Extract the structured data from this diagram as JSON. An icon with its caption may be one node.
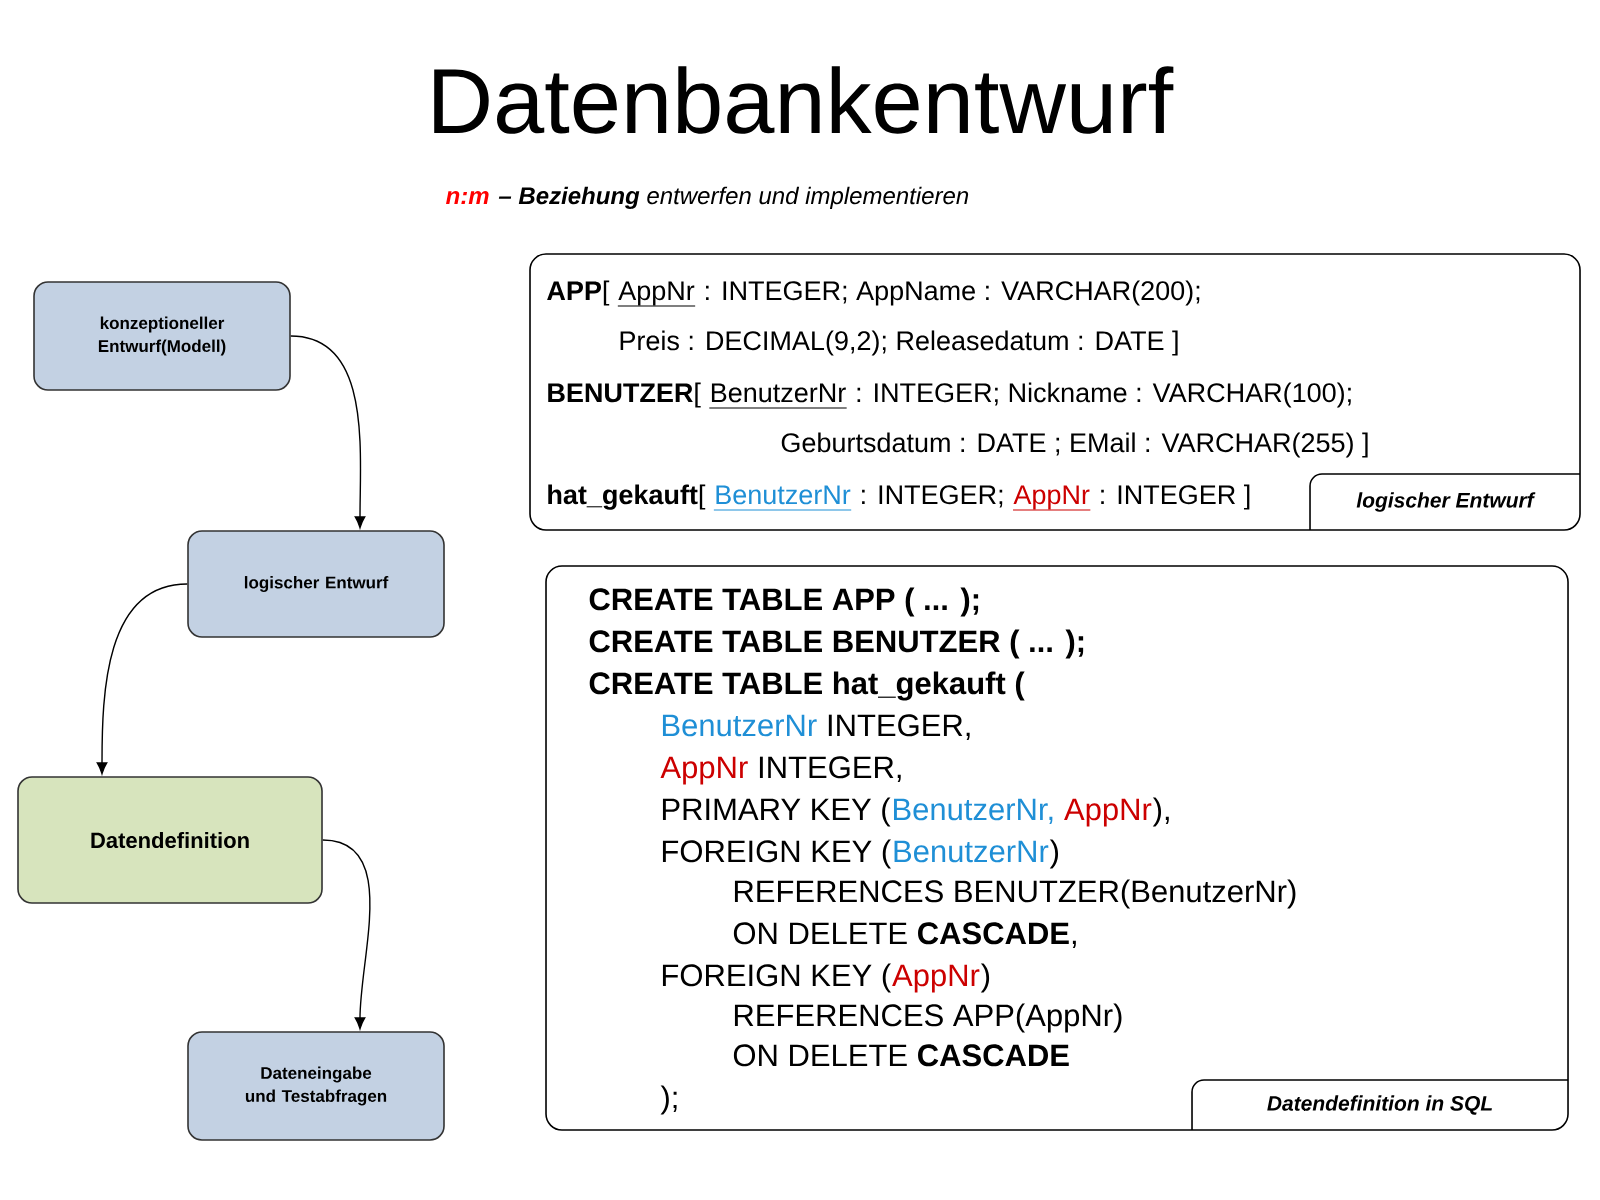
{
  "diagram": {
    "title": "Datenbankentwurf",
    "nodes": [
      {
        "text": [
          "konzeptioneller Entwurf(Modell)"
        ]
      },
      {
        "text": [
          "logischer Entwurf"
        ]
      },
      {
        "text": [
          "Datendefinition"
        ]
      },
      {
        "text": [
          "Dateneingabe und Testabfragen"
        ]
      },
      {
        "text": [
          "**APP**[",
          "AppNr",
          ": INTEGER; AppName : VARCHAR(200);",
          "Preis : DECIMAL(9,2); Releasedatum : DATE ]",
          "**BENUTZER**[",
          "BenutzerNr",
          ": INTEGER; Nickname : VARCHAR(100);",
          "Geburtsdatum : DATE ; EMail : VARCHAR(255) ]",
          "**hat_gekauft**[",
          "BenutzerNr",
          ": INTEGER;",
          "AppNr",
          ": INTEGER ]"
        ]
      },
      {
        "text": [
          "logischer Entwurf"
        ],
        "in": 4
      },
      {
        "text": [
          "CREATE TABLE APP ( ... );",
          "CREATE TABLE BENUTZER ( ... );",
          "CREATE TABLE hat_gekauft (",
          "BenutzerNr",
          "INTEGER,",
          "AppNr",
          "INTEGER,",
          "PRIMARY KEY (",
          "BenutzerNr,",
          "AppNr",
          "),",
          "FOREIGN KEY (",
          "BenutzerNr",
          ")",
          "REFERENCES BENUTZER(BenutzerNr)",
          "ON DELETE **CASCADE**,",
          "FOREIGN KEY (",
          "AppNr",
          ")",
          "REFERENCES APP(AppNr)",
          "ON DELETE **CASCADE**",
          ");"
        ]
      },
      {
        "text": [
          "Datendefinition in SQL"
        ],
        "in": 6
      }
    ],
    "edges": [
      {
        "from": 0,
        "to": 1,
        "arrow": "to"
      },
      {
        "from": 1,
        "to": 2,
        "arrow": "to"
      },
      {
        "from": 2,
        "to": 3,
        "arrow": "to"
      }
    ],
    "labels": [
      "n:m",
      "**– Beziehung** entwerfen und implementieren"
    ]
  }
}
